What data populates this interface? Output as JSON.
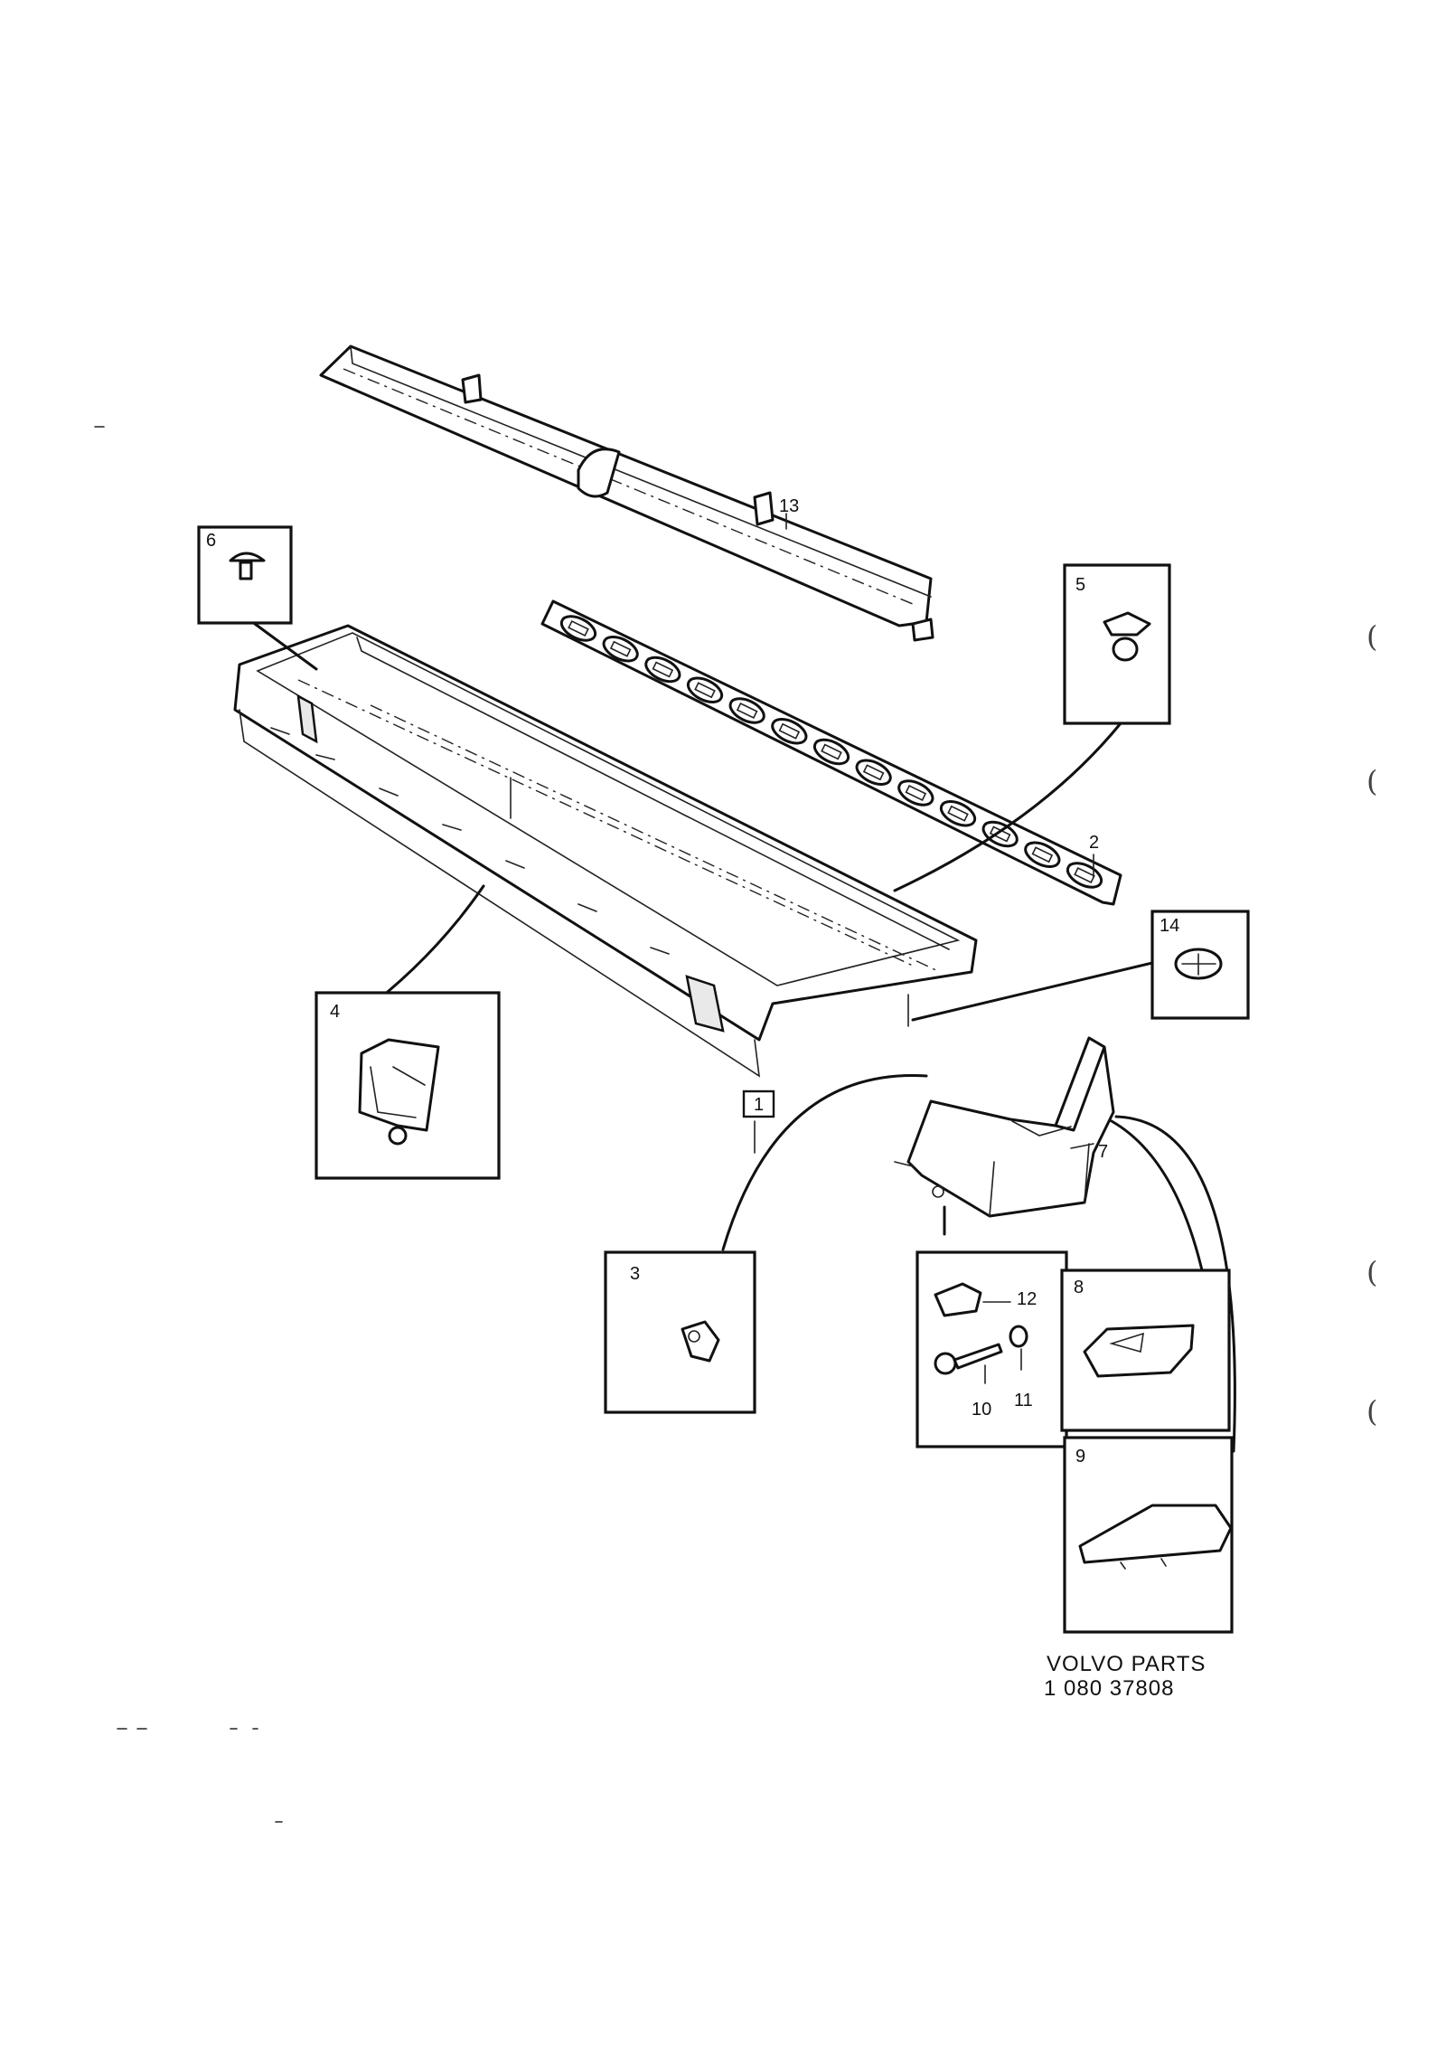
{
  "labels": {
    "l1": "1",
    "l2": "2",
    "l3": "3",
    "l4": "4",
    "l5": "5",
    "l6": "6",
    "l7": "7",
    "l8": "8",
    "l9": "9",
    "l10": "10",
    "l11": "11",
    "l12": "12",
    "l13": "13",
    "l14": "14"
  },
  "footer": {
    "brand": "VOLVO PARTS",
    "code": "1  080  37808"
  },
  "margin_marks": [
    "(",
    "(",
    "(",
    "("
  ]
}
